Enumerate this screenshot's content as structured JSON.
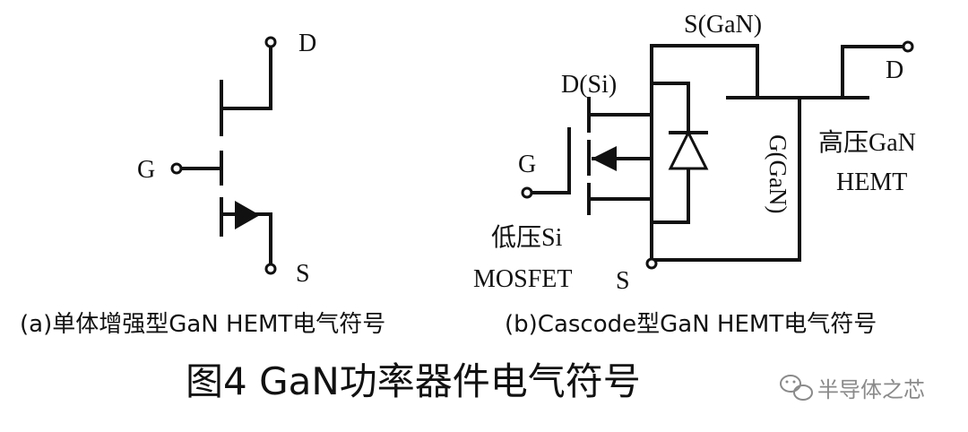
{
  "fig_a": {
    "label_d": "D",
    "label_g": "G",
    "label_s": "S",
    "caption": "(a)单体增强型GaN HEMT电气符号"
  },
  "fig_b": {
    "label_s_gan": "S(GaN)",
    "label_d_si": "D(Si)",
    "label_d": "D",
    "label_g": "G",
    "label_g_gan": "G(GaN)",
    "label_hemt_line1": "高压GaN",
    "label_hemt_line2": "HEMT",
    "label_si_line1": "低压Si",
    "label_si_line2": "MOSFET",
    "label_s": "S",
    "caption": "(b)Cascode型GaN HEMT电气符号"
  },
  "figure_title": "图4 GaN功率器件电气符号",
  "watermark": {
    "text": "半导体之芯",
    "icon": "wechat-icon"
  }
}
